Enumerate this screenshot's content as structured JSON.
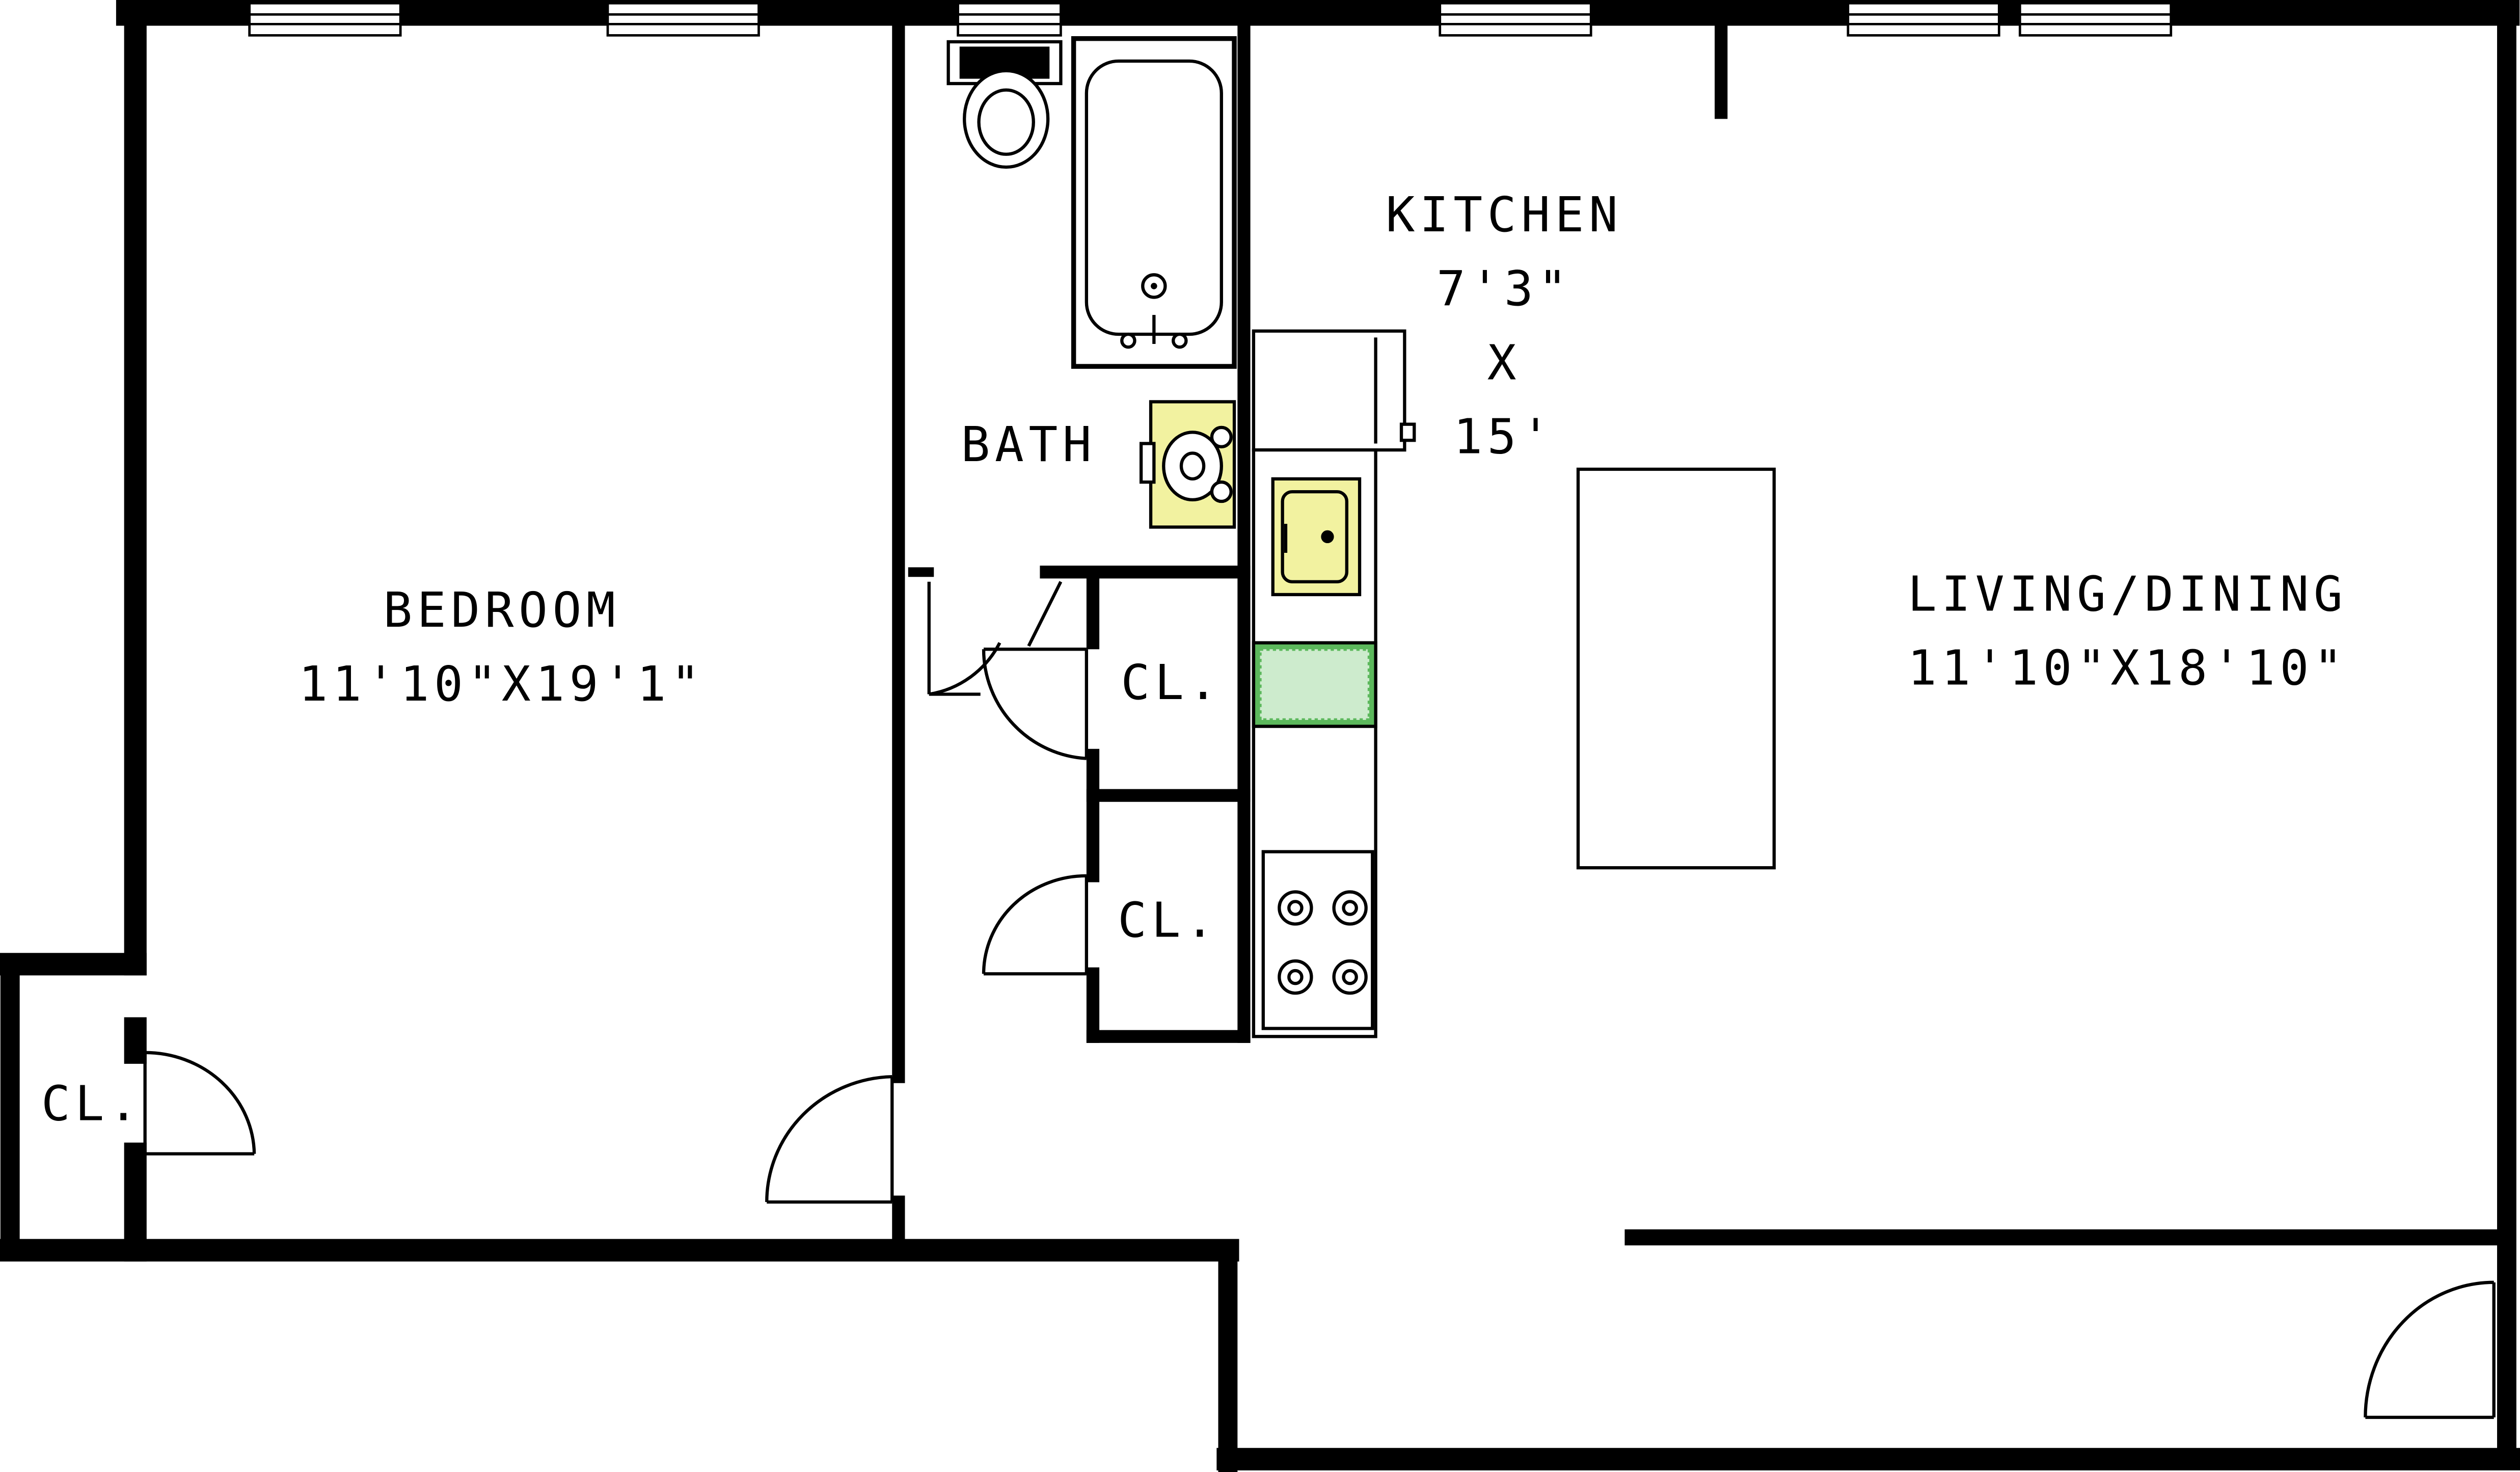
{
  "rooms": {
    "bedroom": {
      "name": "BEDROOM",
      "dims": "11'10\"X19'1\""
    },
    "bath": {
      "name": "BATH"
    },
    "kitchen": {
      "name": "KITCHEN",
      "dim_w": "7'3\"",
      "dim_x": "X",
      "dim_l": "15'"
    },
    "living_dining": {
      "name": "LIVING/DINING",
      "dims": "11'10\"X18'10\""
    },
    "closet_left": {
      "name": "CL."
    },
    "closet_hall_upper": {
      "name": "CL."
    },
    "closet_hall_lower": {
      "name": "CL."
    }
  },
  "colors": {
    "wall": "#000000",
    "background": "#ffffff",
    "fixture_yellow": "#f2f2a0",
    "counter_green": "#5cb85c"
  },
  "icons": [
    "toilet-icon",
    "bathtub-icon",
    "bath-sink-icon",
    "kitchen-sink-icon",
    "stove-icon",
    "refrigerator-icon",
    "kitchen-island-icon",
    "door-swing-icon",
    "window-icon"
  ]
}
